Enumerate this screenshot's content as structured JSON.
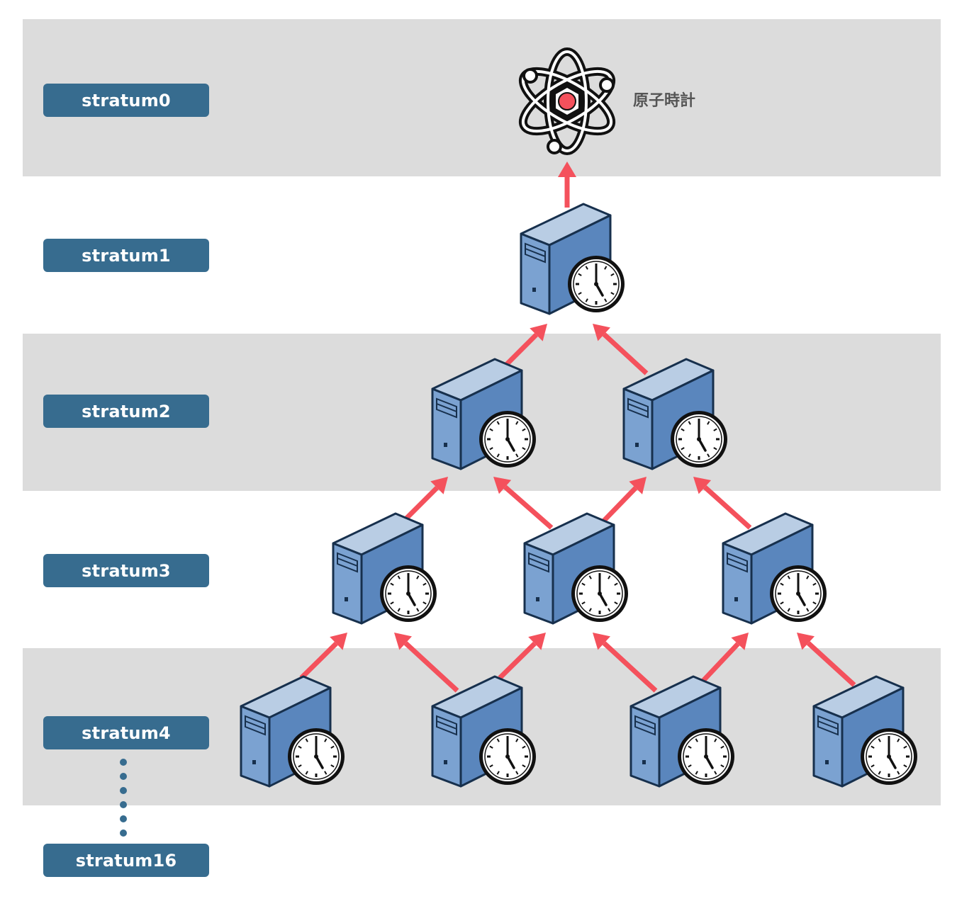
{
  "strata": [
    {
      "label": "stratum0"
    },
    {
      "label": "stratum1"
    },
    {
      "label": "stratum2"
    },
    {
      "label": "stratum3"
    },
    {
      "label": "stratum4"
    },
    {
      "label": "stratum16"
    }
  ],
  "atomic_clock": {
    "label": "原子時計",
    "icon": "atom-icon"
  },
  "server": {
    "icon": "server-clock-icon"
  },
  "colors": {
    "band": "#dcdcdc",
    "label_bg": "#376c8f",
    "arrow": "#f4515c",
    "server_light": "#b9cde4",
    "server_mid": "#7ba2d1",
    "server_dark": "#5a86bd",
    "outline": "#17304d"
  },
  "hierarchy": {
    "stratum1": 1,
    "stratum2": 2,
    "stratum3": 3,
    "stratum4": 4
  }
}
